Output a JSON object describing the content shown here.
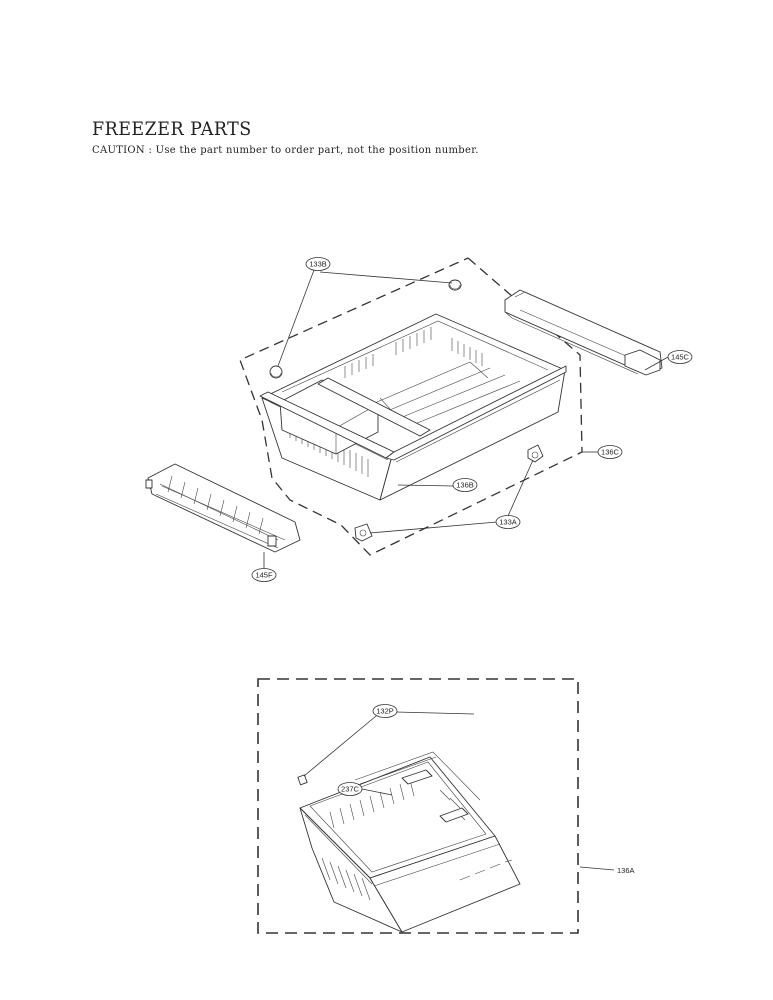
{
  "header": {
    "title": "FREEZER PARTS",
    "caution": "CAUTION : Use the part number to order part, not the position number."
  },
  "callouts": {
    "c133B": "133B",
    "c145C": "145C",
    "c136C": "136C",
    "c136B": "136B",
    "c133A": "133A",
    "c145F": "145F",
    "c132P": "132P",
    "c237C": "237C",
    "c136A": "136A"
  }
}
